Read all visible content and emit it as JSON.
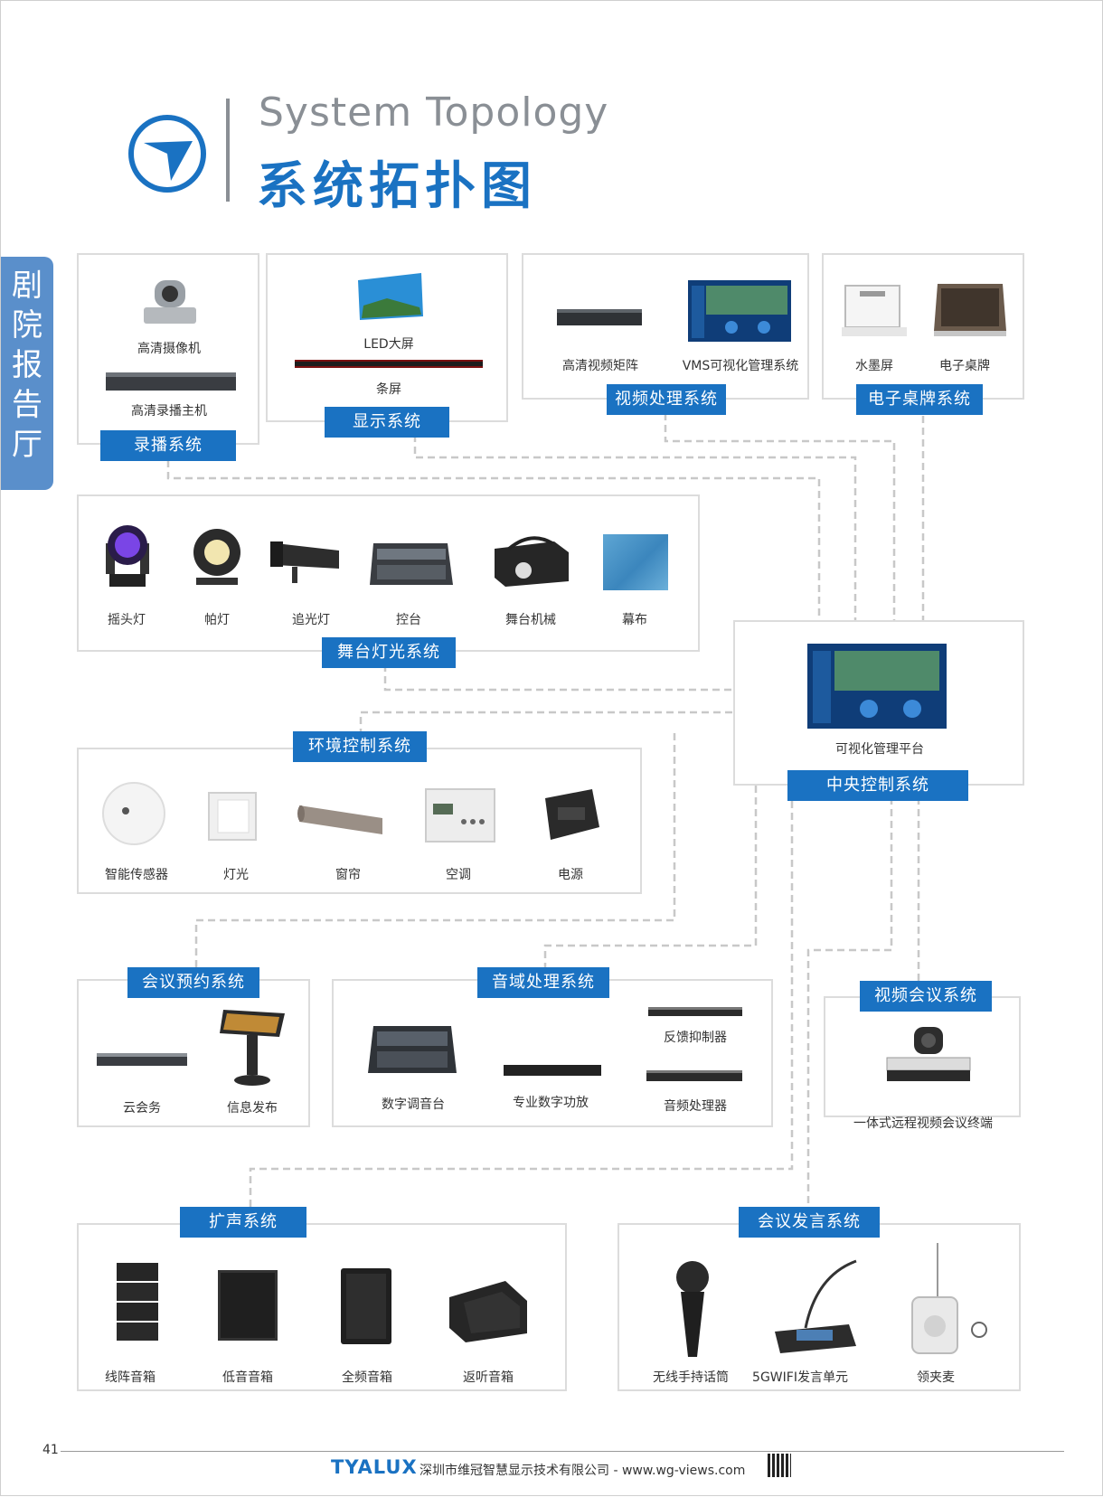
{
  "header": {
    "title_en": "System Topology",
    "title_cn": "系统拓扑图",
    "side_label": "剧院报告厅"
  },
  "systems": {
    "recording": {
      "name": "录播系统",
      "devices": [
        "高清摄像机",
        "高清录播主机"
      ]
    },
    "display": {
      "name": "显示系统",
      "devices": [
        "LED大屏",
        "条屏"
      ]
    },
    "video_processing": {
      "name": "视频处理系统",
      "devices": [
        "高清视频矩阵",
        "VMS可视化管理系统"
      ]
    },
    "e_nameplate": {
      "name": "电子桌牌系统",
      "devices": [
        "水墨屏",
        "电子桌牌"
      ]
    },
    "stage_lighting": {
      "name": "舞台灯光系统",
      "devices": [
        "摇头灯",
        "帕灯",
        "追光灯",
        "控台",
        "舞台机械",
        "幕布"
      ]
    },
    "central_control": {
      "name": "中央控制系统",
      "devices": [
        "可视化管理平台"
      ]
    },
    "environment": {
      "name": "环境控制系统",
      "devices": [
        "智能传感器",
        "灯光",
        "窗帘",
        "空调",
        "电源"
      ]
    },
    "meeting_booking": {
      "name": "会议预约系统",
      "devices": [
        "云会务",
        "信息发布"
      ]
    },
    "audio_processing": {
      "name": "音域处理系统",
      "devices": [
        "数字调音台",
        "专业数字功放",
        "反馈抑制器",
        "音频处理器"
      ]
    },
    "video_conference": {
      "name": "视频会议系统",
      "devices": [
        "一体式远程视频会议终端"
      ]
    },
    "pa": {
      "name": "扩声系统",
      "devices": [
        "线阵音箱",
        "低音音箱",
        "全频音箱",
        "返听音箱"
      ]
    },
    "speech": {
      "name": "会议发言系统",
      "devices": [
        "无线手持话筒",
        "5GWIFI发言单元",
        "领夹麦"
      ]
    }
  },
  "footer": {
    "page_number": "41",
    "brand": "TYALUX",
    "company": "深圳市维冠智慧显示技术有限公司  -  www.wg-views.com"
  },
  "colors": {
    "accent": "#1a72c2",
    "side": "#5a8fcb",
    "border": "#dcdcdc",
    "dash": "#c8c8c8"
  }
}
